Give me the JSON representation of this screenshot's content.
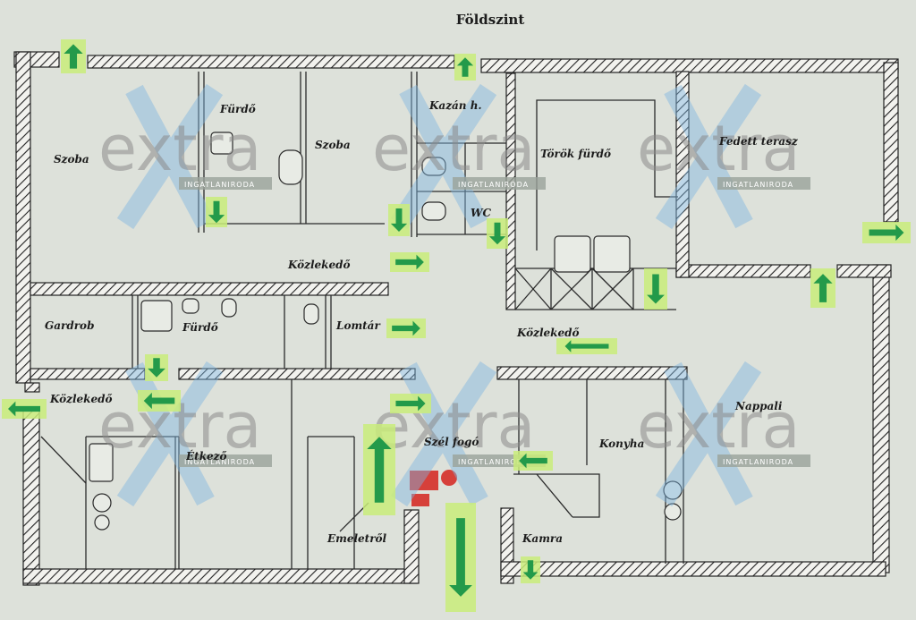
{
  "title": "Földszint",
  "watermark": {
    "word": "extra",
    "sub": "INGATLANIRODA",
    "x_color": "#7fb6e0"
  },
  "colors": {
    "wall": "#222222",
    "exit_sign": "#c9ec7a",
    "exit_arrow": "#239a4a",
    "background": "#d9ddd6"
  },
  "rooms": {
    "szoba_1": "Szoba",
    "furdo_1": "Fürdő",
    "szoba_2": "Szoba",
    "kazan": "Kazán h.",
    "wc": "WC",
    "torok_furdo": "Török fürdő",
    "fedett_terasz": "Fedett terasz",
    "kozlekedo_1": "Közlekedő",
    "gardrob": "Gardrob",
    "furdo_2": "Fürdő",
    "lomtar": "Lomtár",
    "kozlekedo_2": "Közlekedő",
    "kozlekedo_3": "Közlekedő",
    "etkezo": "Étkező",
    "szel_fogo": "Szél fogó",
    "konyha": "Konyha",
    "nappali": "Nappali",
    "emeletrol": "Emeletről",
    "kamra": "Kamra"
  },
  "exit_arrows": [
    {
      "id": "exit-top-left",
      "dir": "up"
    },
    {
      "id": "exit-top-middle",
      "dir": "up"
    },
    {
      "id": "exit-furdo",
      "dir": "down"
    },
    {
      "id": "exit-szoba",
      "dir": "down"
    },
    {
      "id": "exit-wc",
      "dir": "down"
    },
    {
      "id": "exit-kozlekedo-1",
      "dir": "right"
    },
    {
      "id": "exit-torok",
      "dir": "down"
    },
    {
      "id": "exit-terasz-right",
      "dir": "right"
    },
    {
      "id": "exit-terasz-up",
      "dir": "up"
    },
    {
      "id": "exit-lomtar",
      "dir": "right"
    },
    {
      "id": "exit-kozlekedo-2",
      "dir": "left"
    },
    {
      "id": "exit-gardrob",
      "dir": "down"
    },
    {
      "id": "exit-left-edge",
      "dir": "left"
    },
    {
      "id": "exit-kozlekedo-3",
      "dir": "left"
    },
    {
      "id": "exit-center",
      "dir": "right"
    },
    {
      "id": "exit-stair",
      "dir": "up"
    },
    {
      "id": "exit-konyha",
      "dir": "left"
    },
    {
      "id": "exit-main-door",
      "dir": "down"
    },
    {
      "id": "exit-kamra",
      "dir": "down"
    }
  ]
}
